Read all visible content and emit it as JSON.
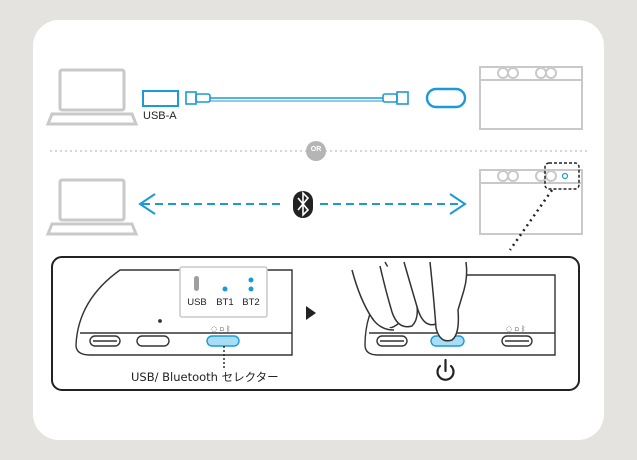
{
  "usb_connection": {
    "connector_label": "USB-A"
  },
  "divider": {
    "label": "OR"
  },
  "selector_panel": {
    "positions": [
      "USB",
      "BT1",
      "BT2"
    ],
    "caption": "USB/ Bluetooth セレクター"
  },
  "colors": {
    "accent_blue": "#1a9bd7",
    "line_gray": "#c9c9c9",
    "highlight": "#a9dcf5",
    "dark": "#222222"
  },
  "icons": [
    "laptop-icon",
    "usb-a-plug-icon",
    "usb-c-cable-icon",
    "bluetooth-icon",
    "power-icon",
    "play-arrow-icon",
    "pressing-hand-icon"
  ]
}
